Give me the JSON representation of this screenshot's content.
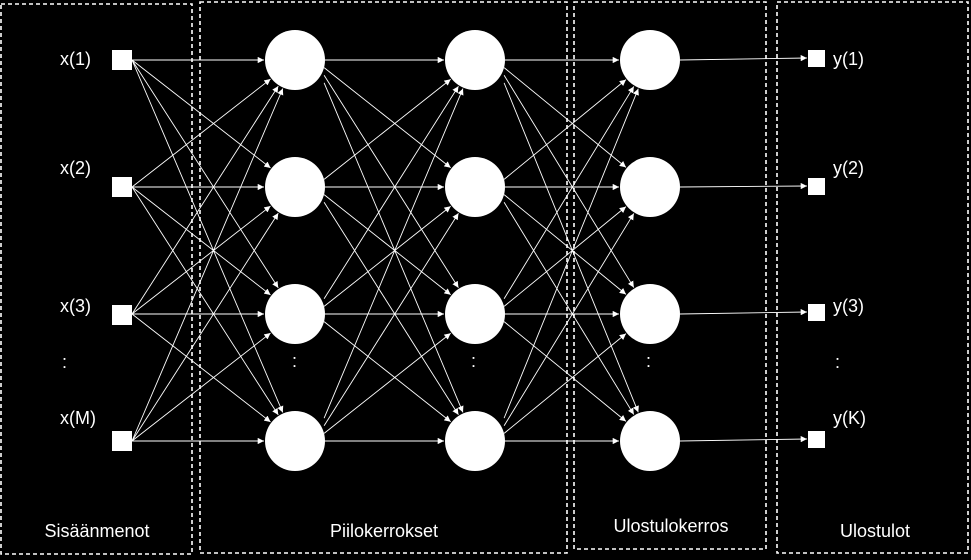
{
  "sections": {
    "inputs": "Sisäänmenot",
    "hidden": "Piilokerrokset",
    "output_layer": "Ulostulokerros",
    "outputs": "Ulostulot"
  },
  "input_labels": [
    "x(1)",
    "x(2)",
    "x(3)",
    ":",
    "x(M)"
  ],
  "output_labels": [
    "y(1)",
    "y(2)",
    "y(3)",
    ":",
    "y(K)"
  ],
  "hidden_ellipsis": ":",
  "output_layer_ellipsis": ":",
  "colors": {
    "background": "#000000",
    "foreground": "#ffffff"
  }
}
